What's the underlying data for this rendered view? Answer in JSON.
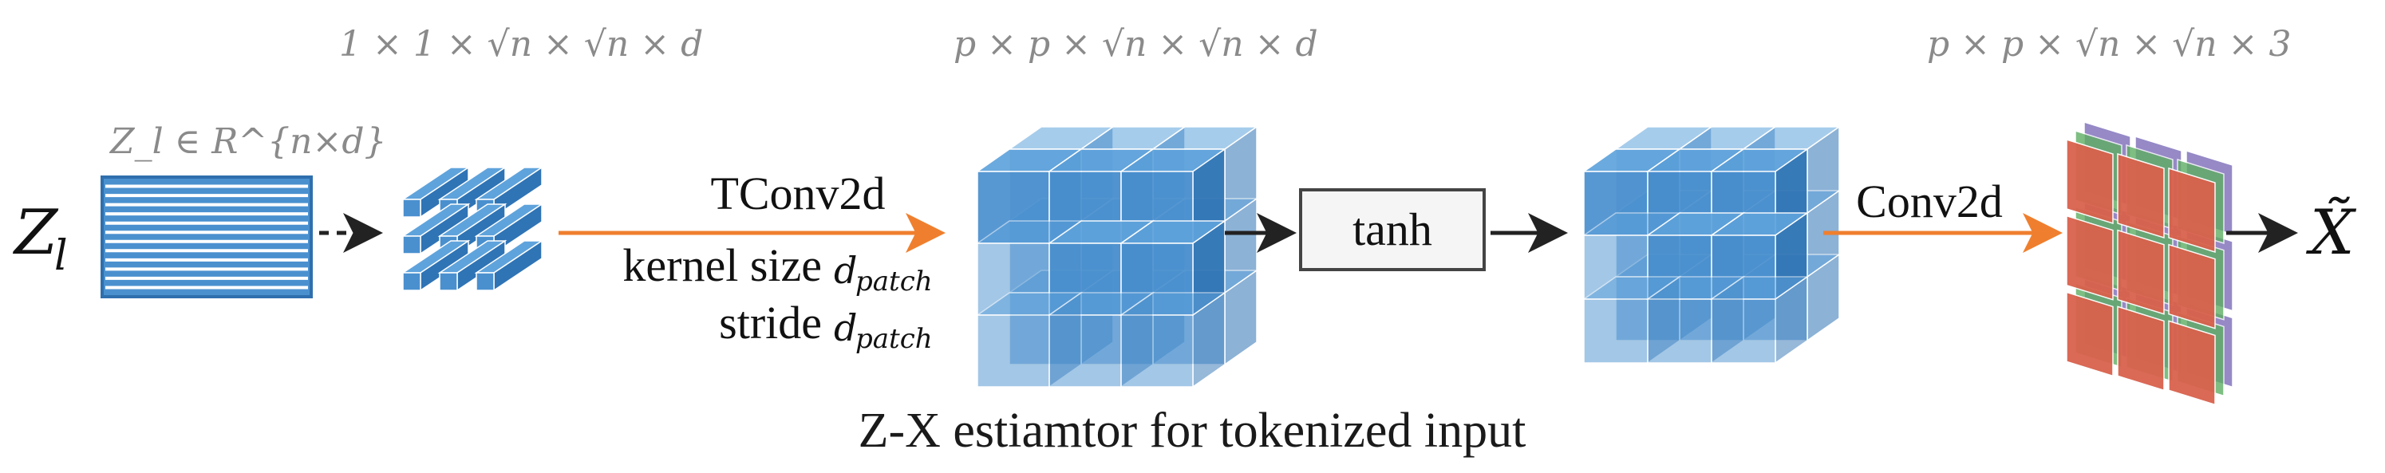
{
  "title": "Z-X estiamtor for tokenized input",
  "input_symbol": "Z",
  "input_subscript": "l",
  "matrix_label": "Z_l ∈ R^{n×d}",
  "dims": {
    "tokens": "1 × 1 × √n × √n × d",
    "patches": "p × p × √n × √n × d",
    "image": "p × p × √n × √n × 3"
  },
  "tconv": {
    "name": "TConv2d",
    "kernel_text": "kernel size",
    "stride_text": "stride",
    "param": "d",
    "param_sub": "patch"
  },
  "activation": "tanh",
  "conv": "Conv2d",
  "output_symbol": "X̃",
  "colors": {
    "cube": "#4a90cf",
    "cube_light": "#a9c9ea",
    "arrow_orange": "#ef7f2e",
    "arrow_dark": "#222222",
    "image_red": "#d9614c",
    "image_green": "#5fae63",
    "image_purple": "#7d6cb8",
    "box_border": "#444444"
  }
}
